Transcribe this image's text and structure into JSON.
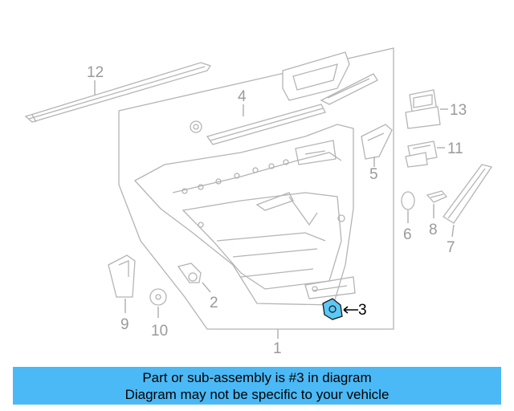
{
  "callouts": {
    "c1": "1",
    "c2": "2",
    "c3": "3",
    "c4": "4",
    "c5": "5",
    "c6": "6",
    "c7": "7",
    "c8": "8",
    "c9": "9",
    "c10": "10",
    "c11": "11",
    "c12": "12",
    "c13": "13"
  },
  "highlight": {
    "part_number": "3",
    "color": "#5bc8f5"
  },
  "banner": {
    "line1": "Part or sub-assembly is #3 in diagram",
    "line2": "Diagram may not be specific to your vehicle",
    "background": "#4bb9f5"
  }
}
